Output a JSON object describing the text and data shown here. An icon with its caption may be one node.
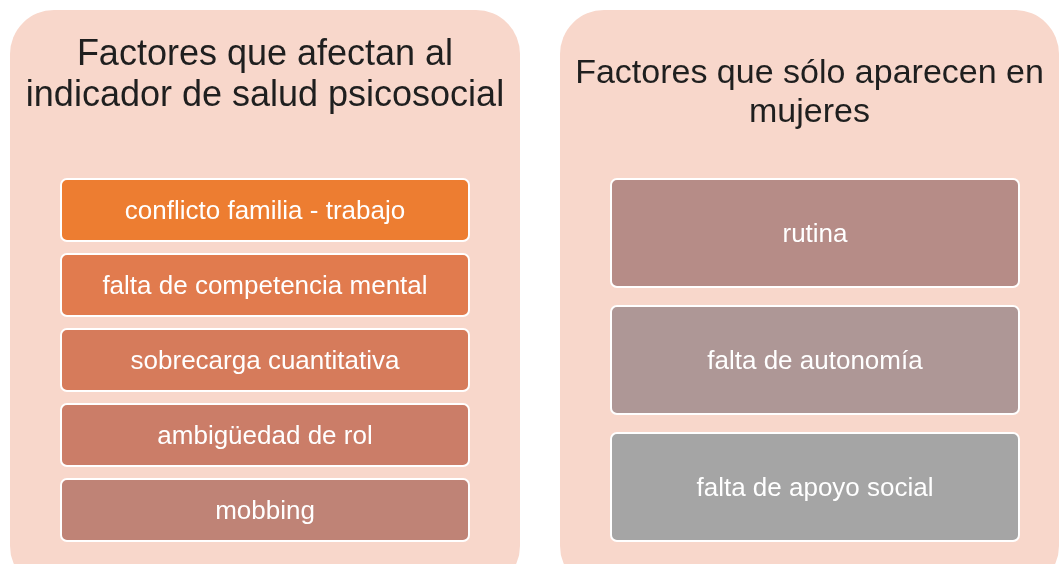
{
  "diagram": {
    "nodes": [
      {
        "text": [
          "Factores que afectan al indicador de salud psicosocial"
        ]
      },
      {
        "text": [
          "conflicto familia - trabajo"
        ],
        "in": 0
      },
      {
        "text": [
          "falta de competencia mental"
        ],
        "in": 0
      },
      {
        "text": [
          "sobrecarga cuantitativa"
        ],
        "in": 0
      },
      {
        "text": [
          "ambigüedad de rol"
        ],
        "in": 0
      },
      {
        "text": [
          "mobbing"
        ],
        "in": 0
      },
      {
        "text": [
          "Factores que sólo aparecen en mujeres"
        ]
      },
      {
        "text": [
          "rutina"
        ],
        "in": 6
      },
      {
        "text": [
          "falta de autonomía"
        ],
        "in": 6
      },
      {
        "text": [
          "falta de apoyo social"
        ],
        "in": 6
      }
    ]
  }
}
